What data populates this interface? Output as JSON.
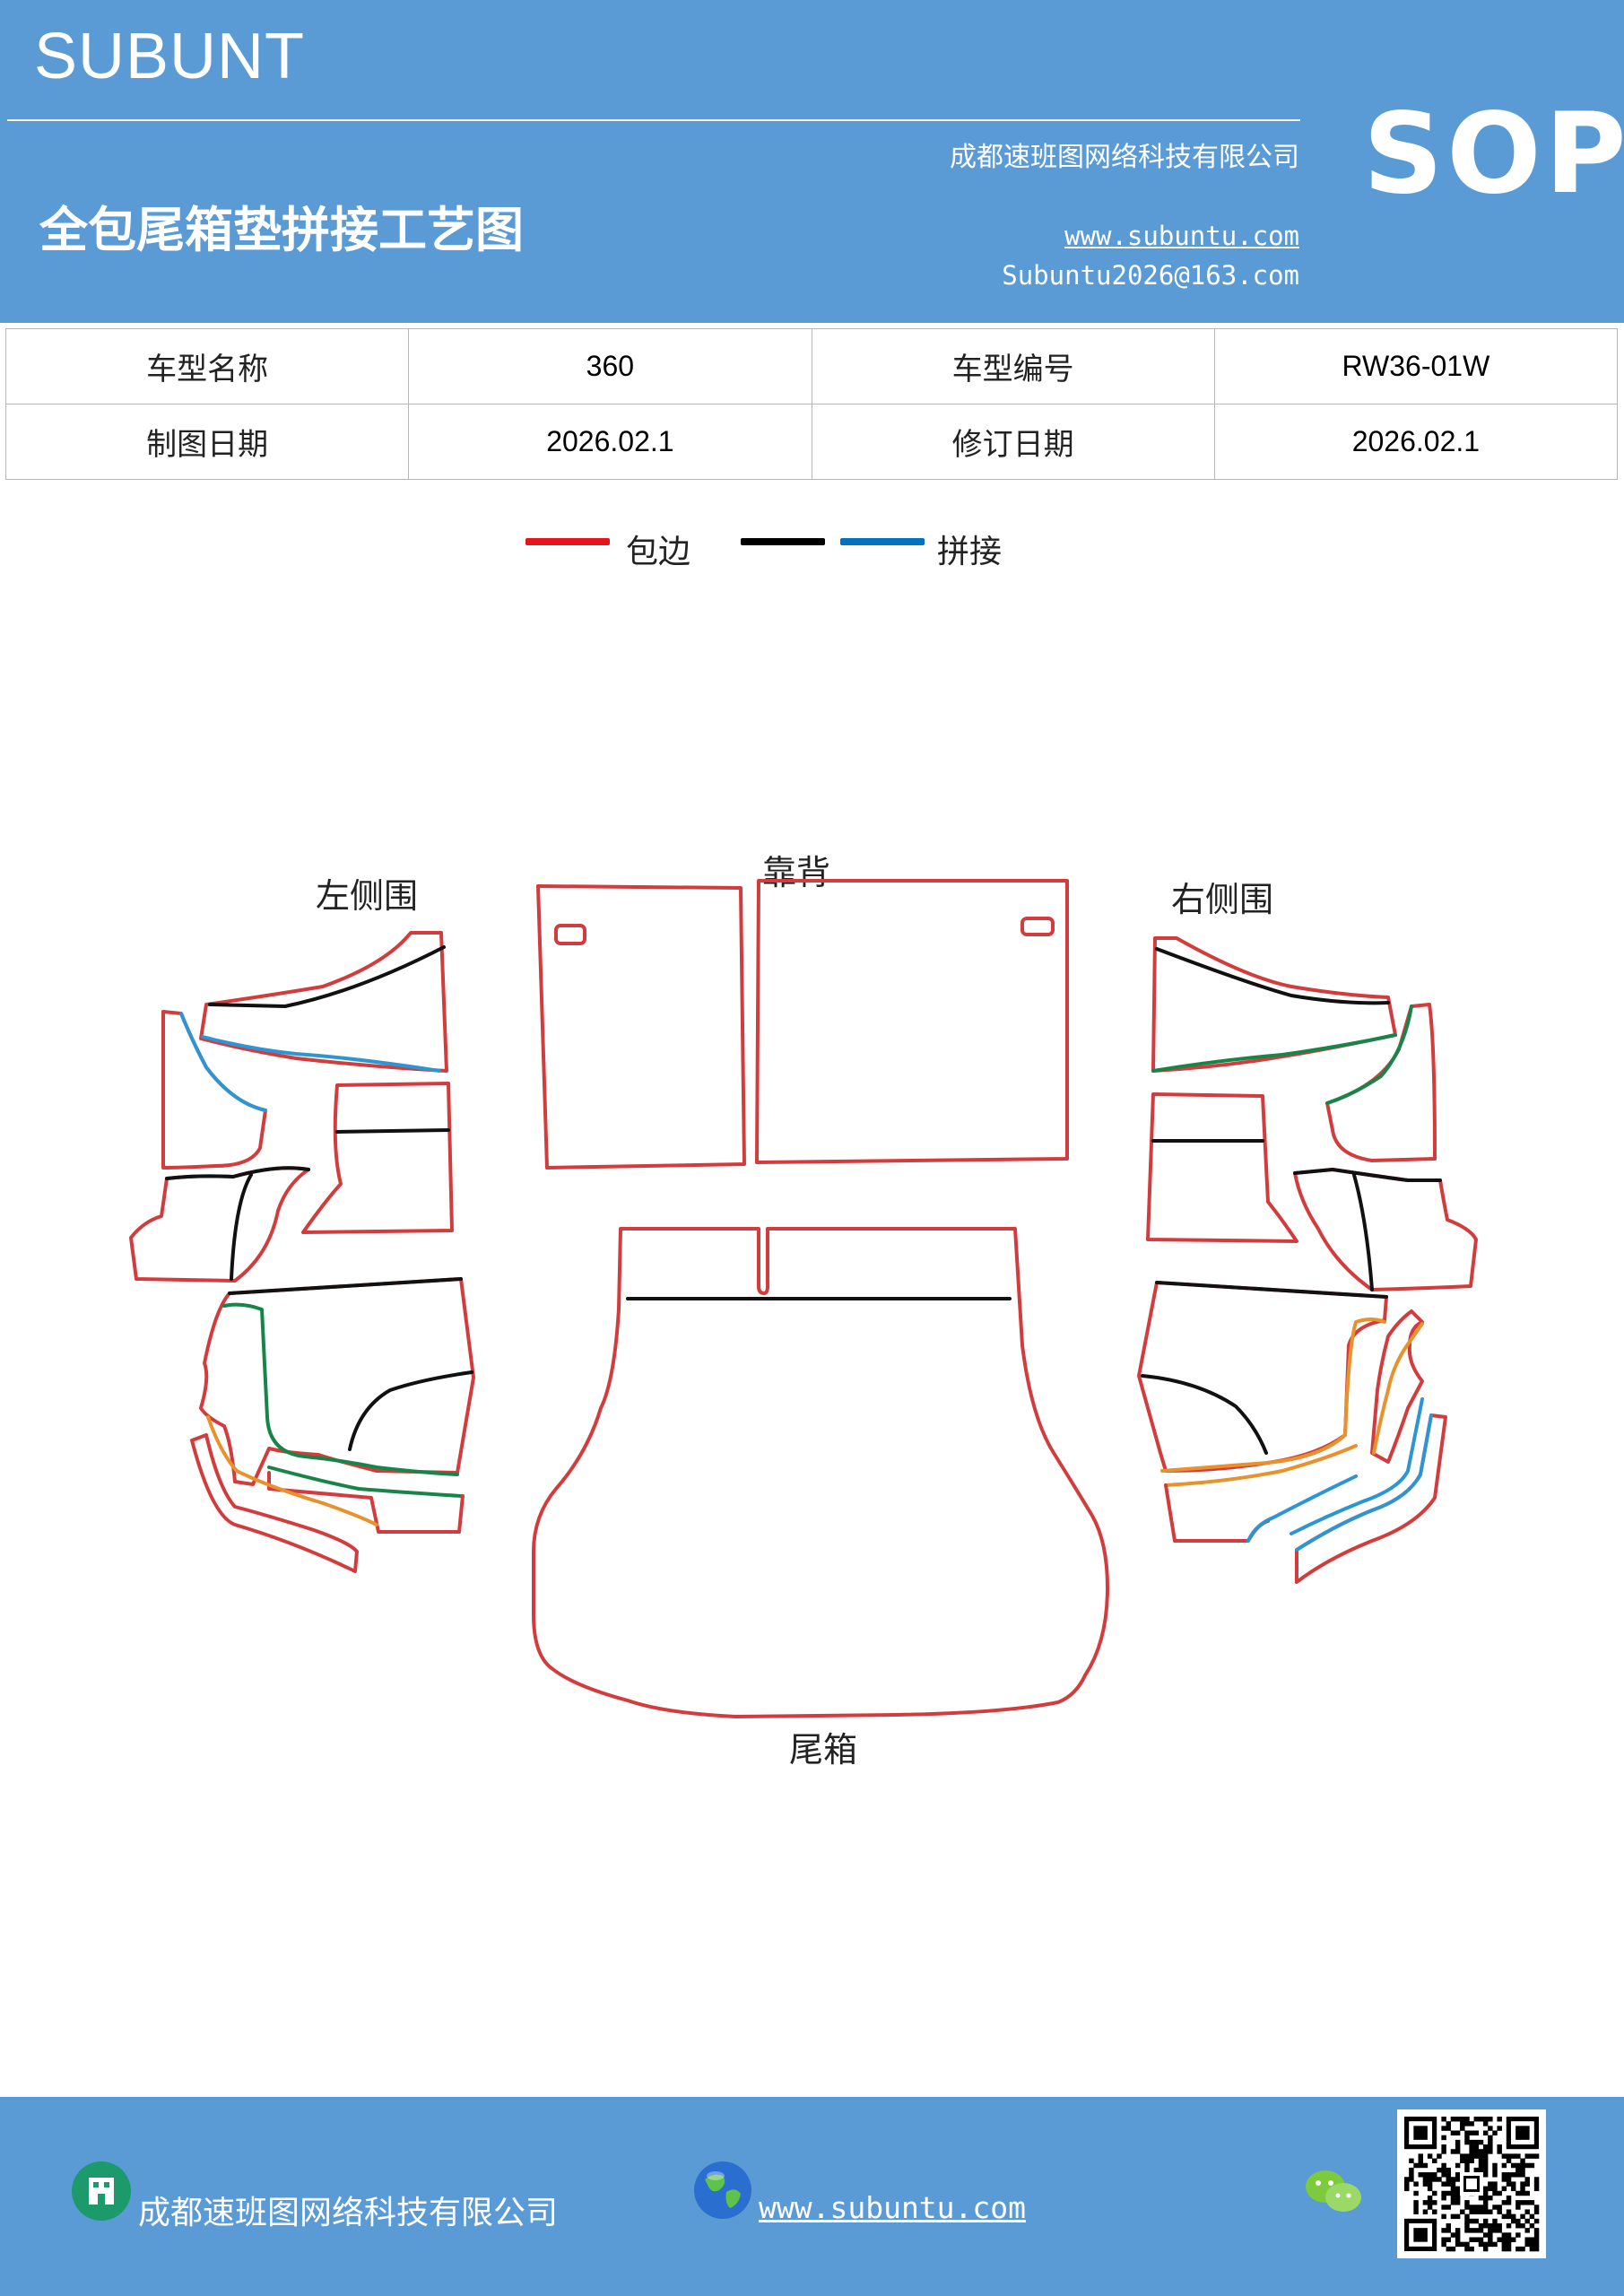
{
  "header": {
    "brand": "SUBUNT",
    "company": "成都速班图网络科技有限公司",
    "title": "全包尾箱垫拼接工艺图",
    "url": "www.subuntu.com",
    "email": "Subuntu2026@163.com",
    "badge": "SOP"
  },
  "info": {
    "rows": [
      [
        {
          "label": "车型名称",
          "value": "360"
        },
        {
          "label": "车型编号",
          "value": "RW36-01W"
        }
      ],
      [
        {
          "label": "制图日期",
          "value": "2026.02.1"
        },
        {
          "label": "修订日期",
          "value": "2026.02.1"
        }
      ]
    ]
  },
  "legend": {
    "items": [
      {
        "label": "包边",
        "color": "#e8141b"
      },
      {
        "label": "",
        "color": "#000000"
      },
      {
        "label": "拼接",
        "color": "#0070c0"
      }
    ]
  },
  "diagram": {
    "labels": {
      "left_side": "左侧围",
      "back": "靠背",
      "right_side": "右侧围",
      "trunk": "尾箱"
    },
    "colors": {
      "edge": "#d23c3c",
      "seam": "#111111",
      "seam_blue": "#2e95d3",
      "seam_green": "#17854a",
      "seam_orange": "#e8922e"
    }
  },
  "footer": {
    "company": "成都速班图网络科技有限公司",
    "url": "www.subuntu.com",
    "icons": [
      "building-icon",
      "globe-icon",
      "wechat-icon",
      "qr-code"
    ]
  }
}
